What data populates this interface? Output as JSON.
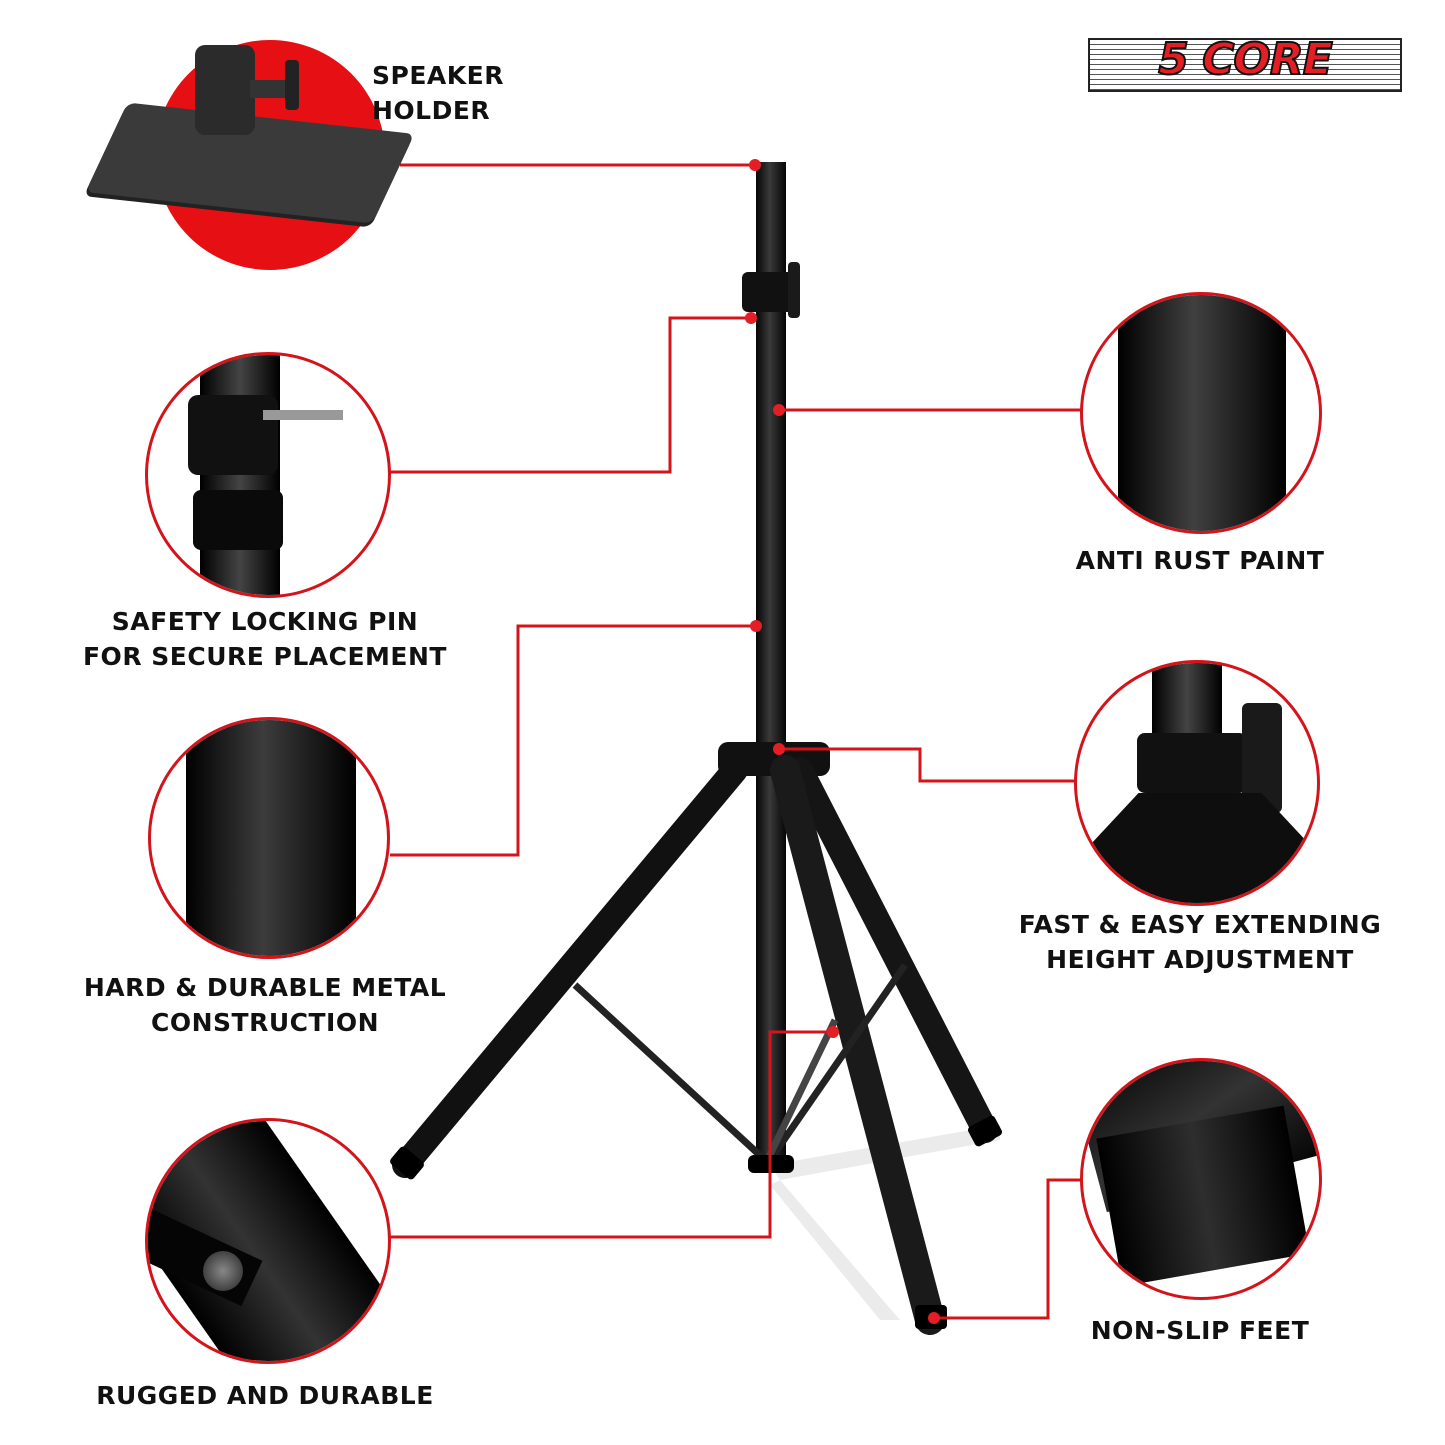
{
  "brand": {
    "logo_text": "5 CORE",
    "accent_color": "#d4141b"
  },
  "features": [
    {
      "id": "speaker-holder",
      "lines": [
        "SPEAKER",
        "HOLDER"
      ]
    },
    {
      "id": "safety-locking-pin",
      "lines": [
        "SAFETY LOCKING PIN",
        "FOR SECURE PLACEMENT"
      ]
    },
    {
      "id": "hard-durable-metal",
      "lines": [
        "HARD & DURABLE METAL",
        "CONSTRUCTION"
      ]
    },
    {
      "id": "rugged-durable",
      "lines": [
        "RUGGED AND DURABLE"
      ]
    },
    {
      "id": "anti-rust-paint",
      "lines": [
        "ANTI RUST PAINT"
      ]
    },
    {
      "id": "fast-easy-extending",
      "lines": [
        "FAST & EASY EXTENDING",
        "HEIGHT ADJUSTMENT"
      ]
    },
    {
      "id": "non-slip-feet",
      "lines": [
        "NON-SLIP FEET"
      ]
    }
  ]
}
